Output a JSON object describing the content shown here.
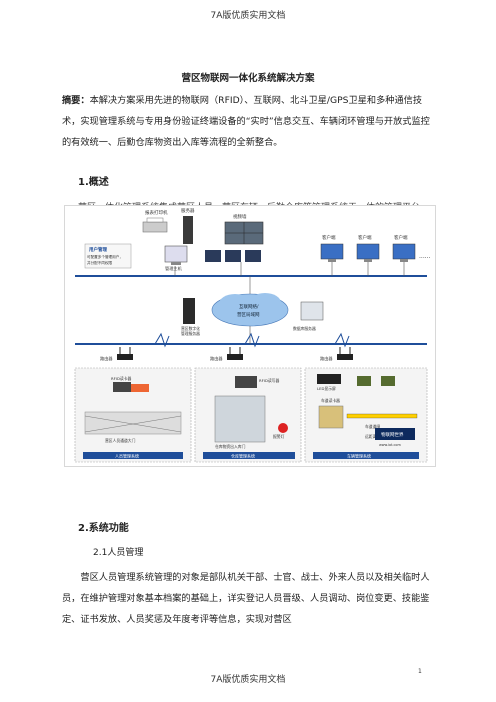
{
  "header": {
    "text": "7A版优质实用文档"
  },
  "footer": {
    "text": "7A版优质实用文档",
    "page_number": "1"
  },
  "title": "营区物联网一体化系统解决方案",
  "abstract": {
    "label": "摘要：",
    "text": "本解决方案采用先进的物联网（RFID）、互联网、北斗卫星/GPS卫星和多种通信技术，实现管理系统与专用身份验证终端设备的“实时”信息交互、车辆闭环管理与开放式监控的有效统一、后勤仓库物资出入库等流程的全新整合。"
  },
  "section1": {
    "heading": "1.概述",
    "partial_text": "营区一体化管理系统集成营区人员、营区车辆、后勤仓库等管理系统于一体的管理平台"
  },
  "figure": {
    "labels": {
      "print": "报表打印机",
      "server": "服务器",
      "video": "视频墙",
      "client1": "客户端",
      "client2": "客户端",
      "client3": "客户端",
      "dots": "......",
      "user_mgmt": "用户管理",
      "user_mgmt_desc1": "可配置多个管理用户，",
      "user_mgmt_desc2": "并分配不同权限",
      "mgmt_pc": "管理主机",
      "internet1": "互联网络/",
      "internet2": "营区局域网",
      "server_left1": "营区数字化",
      "server_left2": "管理服务器",
      "server_right": "数据库服务器",
      "router1": "路由器",
      "router2": "路由器",
      "router3": "路由器",
      "rfid_reader": "RFID读卡器",
      "lane_reader": "车道读卡器",
      "rfid_reader2": "RFID读写器",
      "alarm_light": "报警灯",
      "led": "LED显示屏",
      "gate": "营区人员通道大门",
      "warehouse": "仓库物资出入库门",
      "barrier": "车道道闸",
      "card_dist": "远距离读卡",
      "sub1": "人员管理系统",
      "sub2": "仓库管理系统",
      "sub3": "车辆管理系统",
      "logo": "物联网世界",
      "logo_en": "www.iot.com"
    }
  },
  "section2": {
    "heading": "2.系统功能"
  },
  "section2_1": {
    "heading": "2.1人员管理",
    "text": "营区人员管理系统管理的对象是部队机关干部、士官、战士、外来人员以及相关临时人员，在维护管理对象基本档案的基础上，详实登记人员晋级、人员调动、岗位变更、技能鉴定、证书发放、人员奖惩及年度考评等信息，实现对营区"
  },
  "colors": {
    "line_blue": "#1f4e9a",
    "panel_bg": "#f2f2f2",
    "label_blue": "#2a5db0"
  }
}
